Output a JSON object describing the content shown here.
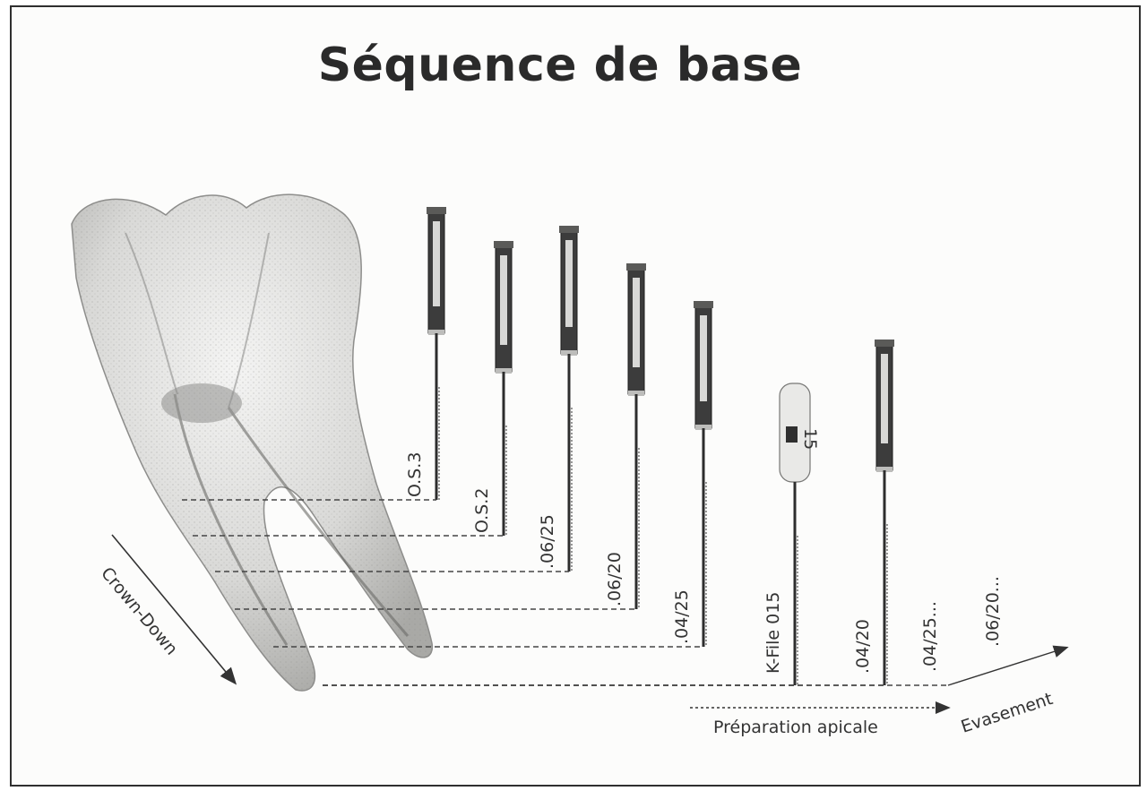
{
  "title": "Séquence de base",
  "instruments": [
    {
      "label": "O.S.3"
    },
    {
      "label": "O.S.2"
    },
    {
      "label": ".06/25"
    },
    {
      "label": ".06/20"
    },
    {
      "label": ".04/25"
    },
    {
      "label": "K-File 015"
    },
    {
      "label": ".04/20"
    },
    {
      "label": ".04/25..."
    },
    {
      "label": ".06/20..."
    }
  ],
  "kfile_handle_number": "15",
  "arrows": {
    "crown_down": "Crown-Down",
    "preparation_apicale": "Préparation apicale",
    "evasement": "Evasement"
  }
}
